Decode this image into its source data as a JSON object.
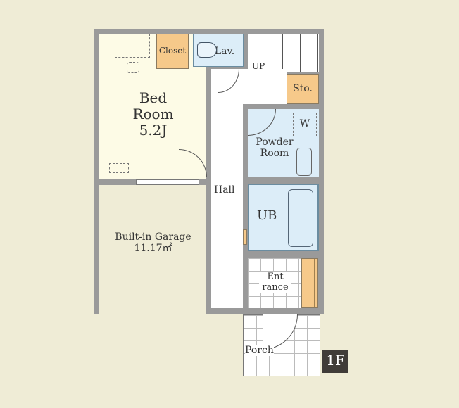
{
  "floor_label": "1F",
  "rooms": {
    "bedroom": {
      "line1": "Bed",
      "line2": "Room",
      "size": "5.2J"
    },
    "closet": "Closet",
    "lavatory": "Lav.",
    "stairs": "UP",
    "storage": "Sto.",
    "powder_room": {
      "line1": "Powder",
      "line2": "Room"
    },
    "washer": "W",
    "hall": "Hall",
    "unit_bath": "UB",
    "entrance": {
      "line1": "Ent",
      "line2": "rance"
    },
    "porch": "Porch",
    "garage": {
      "name": "Built-in Garage",
      "size": "11.17㎡"
    }
  },
  "colors": {
    "background": "#efecd6",
    "wall": "#9a9a9a",
    "bedroom": "#fdfbe6",
    "wet_area": "#dcedf8",
    "storage": "#f6c98a",
    "badge": "#403c38"
  }
}
